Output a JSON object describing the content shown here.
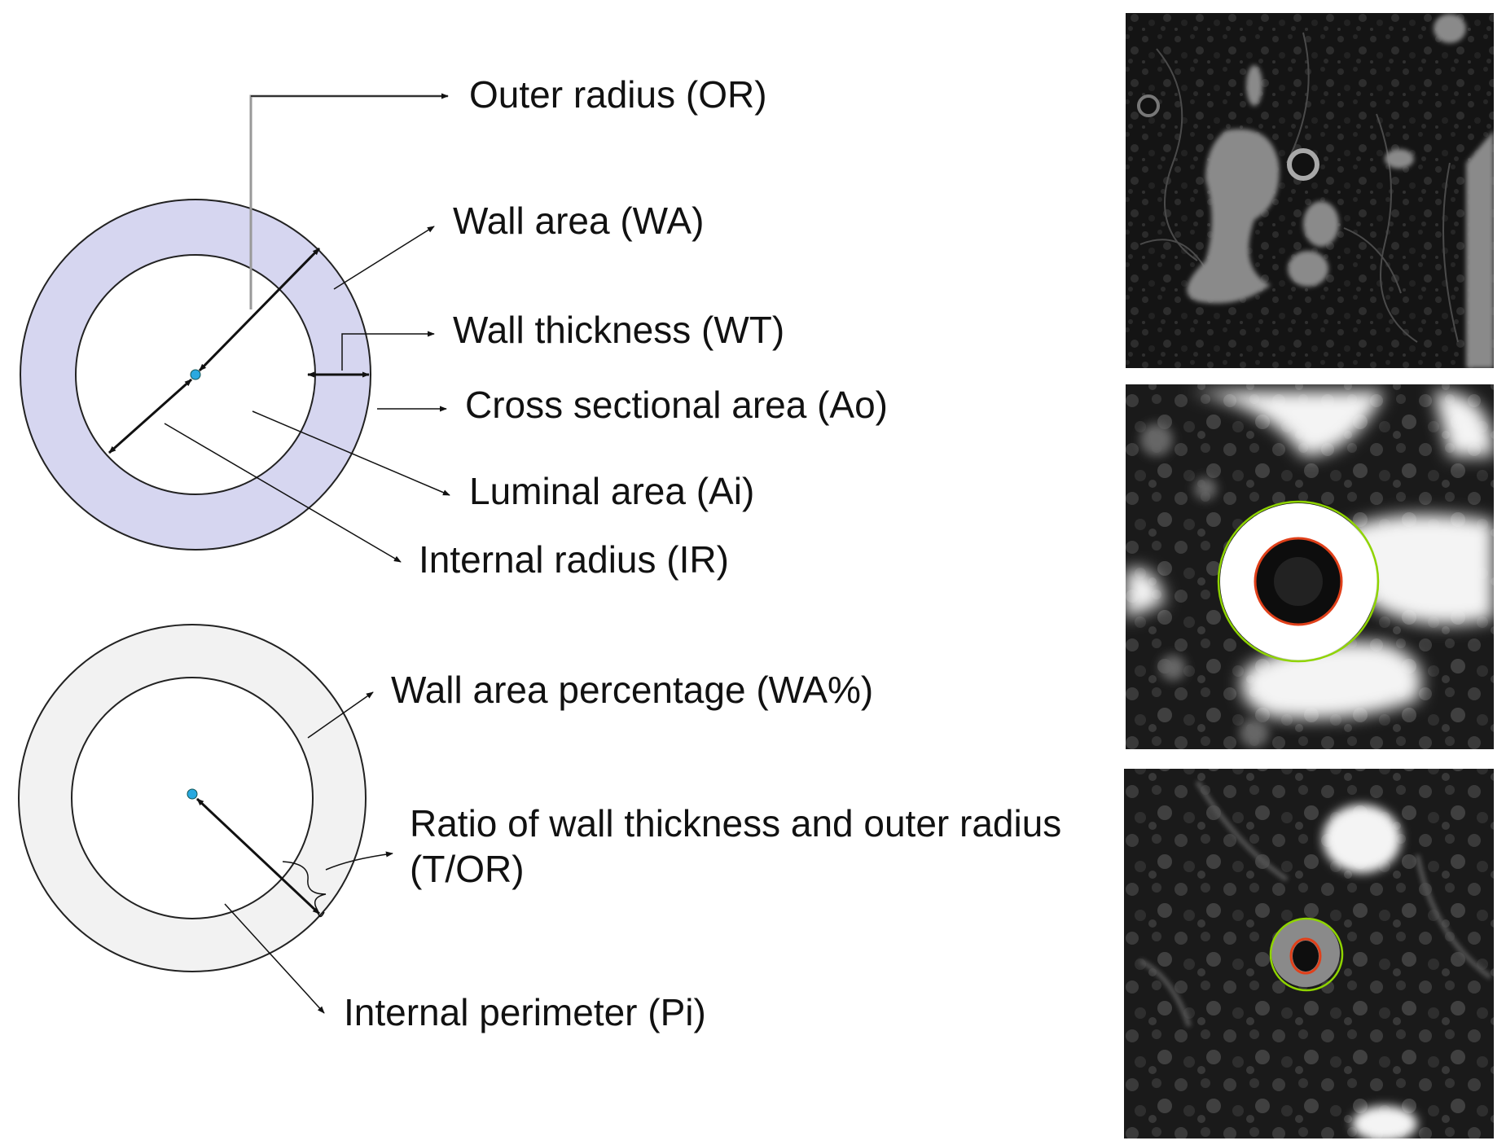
{
  "labels": {
    "outer_radius": "Outer radius (OR)",
    "wall_area": "Wall area (WA)",
    "wall_thickness": "Wall thickness (WT)",
    "cross_sectional_area": "Cross sectional area (Ao)",
    "luminal_area": "Luminal area (Ai)",
    "internal_radius": "Internal radius  (IR)",
    "wall_area_percentage": "Wall area percentage (WA%)",
    "ratio_line1": "Ratio of wall  thickness and outer radius",
    "ratio_line2": "(T/OR)",
    "internal_perimeter": "Internal perimeter (Pi)"
  },
  "colors": {
    "wall_top": "#d6d6f0",
    "wall_bottom": "#f2f2f2",
    "center_dot": "#29a9e0",
    "inner_contour": "#e0401a",
    "outer_contour": "#8fd400"
  }
}
